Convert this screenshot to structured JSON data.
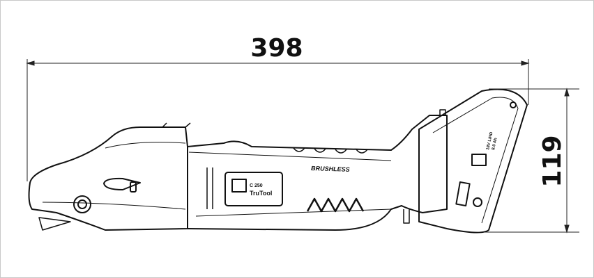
{
  "dimensions": {
    "length": "398",
    "height": "119"
  },
  "tool_labels": {
    "brushless": "BRUSHLESS",
    "model": "C 250",
    "brand": "TruTool",
    "battery_line1": "18V LiHD",
    "battery_line2": "8.0 Ah"
  }
}
